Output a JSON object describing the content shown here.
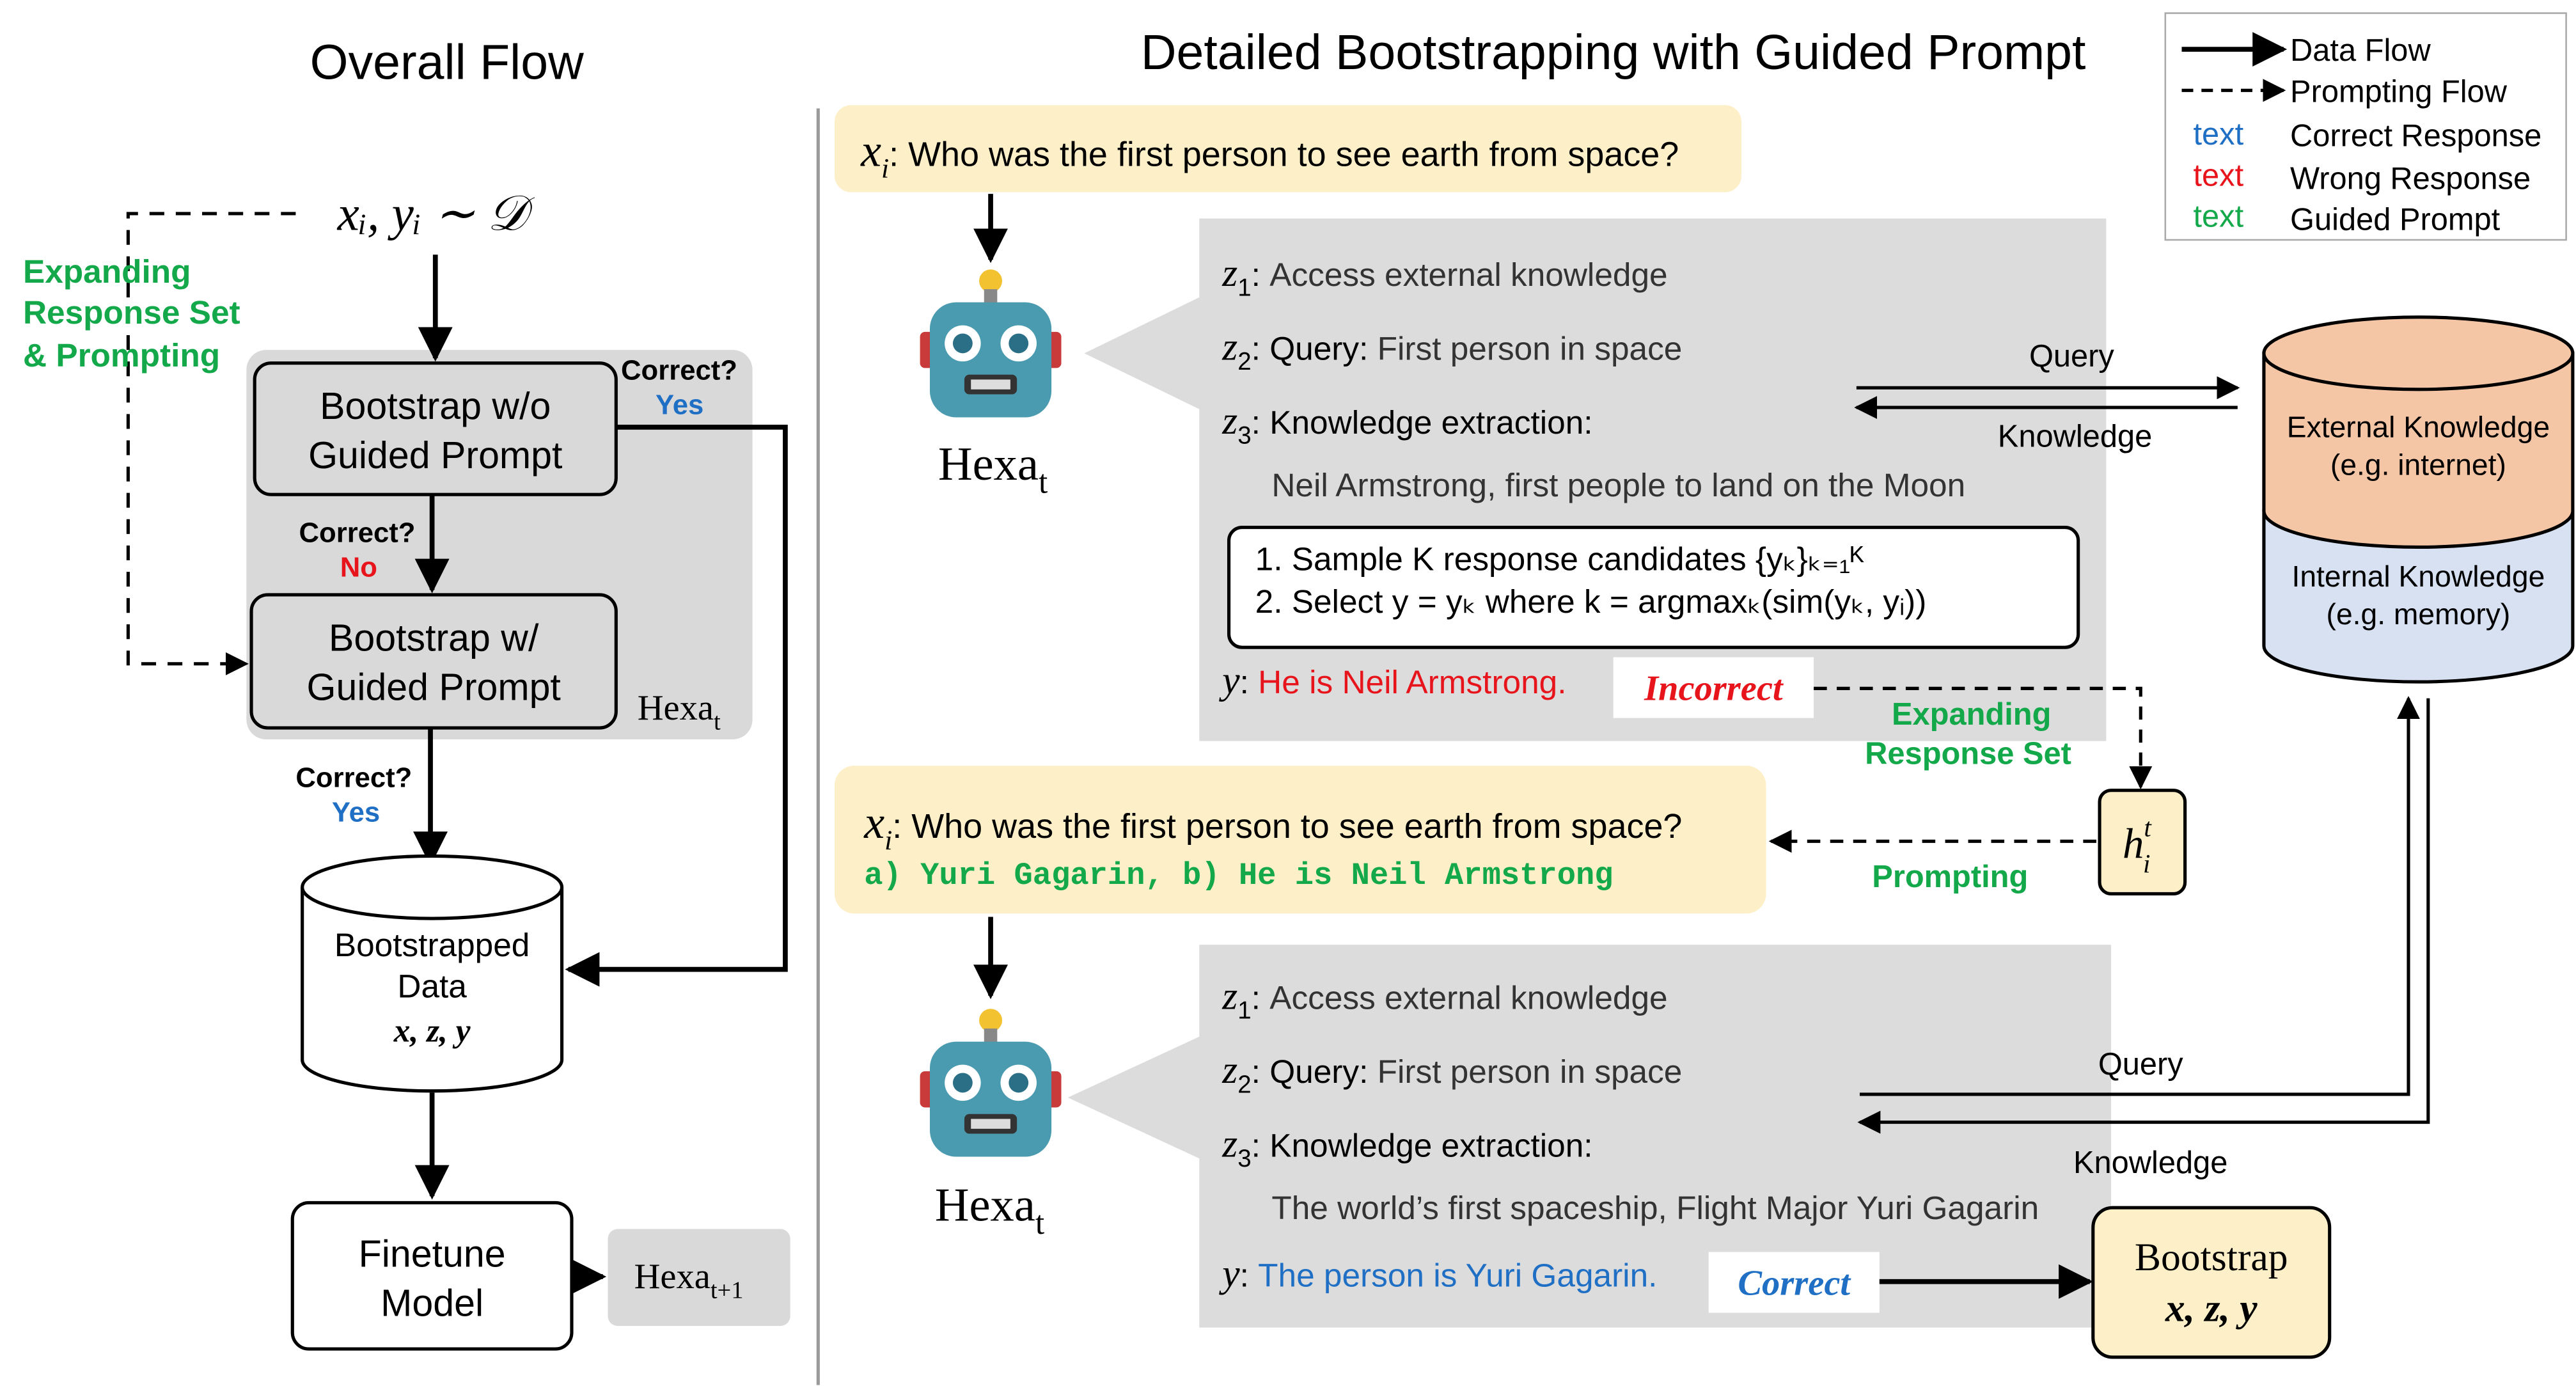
{
  "left": {
    "title": "Overall Flow",
    "dataset": "xᵢ, yᵢ ∼ 𝒟",
    "loop_label": [
      "Expanding",
      "Response Set",
      "& Prompting"
    ],
    "box1": [
      "Bootstrap w/o",
      "Guided Prompt"
    ],
    "box2": [
      "Bootstrap w/",
      "Guided Prompt"
    ],
    "hexa_group": "Hexa",
    "hexa_sub": "t",
    "correct_q": "Correct?",
    "yes": "Yes",
    "no": "No",
    "data_box": [
      "Bootstrapped",
      "Data",
      "x, z, y"
    ],
    "finetune": [
      "Finetune",
      "Model"
    ],
    "hexa_next": "Hexa",
    "hexa_next_sub": "t+1"
  },
  "right": {
    "title": "Detailed Bootstrapping with Guided Prompt",
    "q_var": "x",
    "q_sub": "i",
    "question": ": Who was the first person to see earth from space?",
    "guided_options": "a) Yuri Gagarin, b) He is Neil Armstrong",
    "agent_name": "Hexa",
    "agent_sub": "t",
    "z1_label": "Access external knowledge",
    "z2_key": "Query:",
    "z2_val": "First person in space",
    "z3_key": "Knowledge extraction:",
    "extract_1": "Neil Armstrong, first people to land on the Moon",
    "extract_2": "The world’s first spaceship, Flight Major Yuri Gagarin",
    "steps": [
      "Sample K response candidates {yₖ}ₖ₌₁ᴷ",
      "Select y = yₖ where k = argmaxₖ(sim(yₖ, yᵢ))"
    ],
    "answer_1": "He is Neil Armstrong.",
    "answer_2": "The person is Yuri Gagarin.",
    "verdict_1": "Incorrect",
    "verdict_2": "Correct",
    "expanding": [
      "Expanding",
      "Response Set"
    ],
    "prompting": "Prompting",
    "hint_var": "h",
    "hint_sub": "i",
    "hint_sup": "t",
    "query": "Query",
    "knowledge": "Knowledge",
    "kb_external": [
      "External Knowledge",
      "(e.g. internet)"
    ],
    "kb_internal": [
      "Internal Knowledge",
      "(e.g. memory)"
    ],
    "bootstrap": [
      "Bootstrap",
      "x, z, y"
    ]
  },
  "legend": {
    "data_flow": "Data Flow",
    "prompting_flow": "Prompting Flow",
    "sample": "text",
    "correct": "Correct Response",
    "wrong": "Wrong Response",
    "guided": "Guided Prompt"
  },
  "colors": {
    "correct": "#1f6fc5",
    "wrong": "#e8141c",
    "guided": "#13a84a",
    "gray_panel": "#d9d9d9",
    "yellow": "#fdf0c8",
    "kb_top": "#f5c6a5",
    "kb_bottom": "#d7e1f2"
  }
}
